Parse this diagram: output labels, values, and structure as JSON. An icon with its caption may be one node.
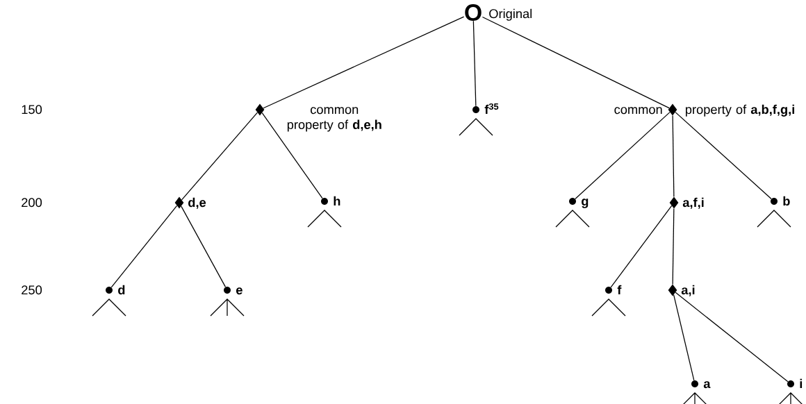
{
  "diagram": {
    "nodes": [
      {
        "text": [
          "O"
        ],
        "beside": [
          "Original"
        ]
      },
      {
        "text": [
          "common property of **d,e,h**"
        ]
      },
      {
        "text": [
          "**f**$^{35}$"
        ]
      },
      {
        "text": [
          "common",
          "property of **a,b,f,g,i**"
        ]
      },
      {
        "text": [
          "d,e"
        ]
      },
      {
        "text": [
          "h"
        ]
      },
      {
        "text": [
          "g"
        ]
      },
      {
        "text": [
          "a,f,i"
        ]
      },
      {
        "text": [
          "b"
        ]
      },
      {
        "text": [
          "d"
        ]
      },
      {
        "text": [
          "e"
        ]
      },
      {
        "text": [
          "f"
        ]
      },
      {
        "text": [
          "a,i"
        ]
      },
      {
        "text": [
          "a"
        ]
      },
      {
        "text": [
          "i"
        ]
      }
    ],
    "edges": [
      {
        "from": 0,
        "to": 1,
        "arrow": "none"
      },
      {
        "from": 0,
        "to": 2,
        "arrow": "none"
      },
      {
        "from": 0,
        "to": 3,
        "arrow": "none"
      },
      {
        "from": 1,
        "to": 4,
        "arrow": "none"
      },
      {
        "from": 1,
        "to": 5,
        "arrow": "none"
      },
      {
        "from": 4,
        "to": 9,
        "arrow": "none"
      },
      {
        "from": 4,
        "to": 10,
        "arrow": "none"
      },
      {
        "from": 3,
        "to": 6,
        "arrow": "none"
      },
      {
        "from": 3,
        "to": 7,
        "arrow": "none"
      },
      {
        "from": 3,
        "to": 8,
        "arrow": "none"
      },
      {
        "from": 7,
        "to": 11,
        "arrow": "none"
      },
      {
        "from": 7,
        "to": 12,
        "arrow": "none"
      },
      {
        "from": 12,
        "to": 13,
        "arrow": "none"
      },
      {
        "from": 12,
        "to": 14,
        "arrow": "none"
      }
    ],
    "labels": [
      "150",
      "200",
      "250"
    ]
  }
}
